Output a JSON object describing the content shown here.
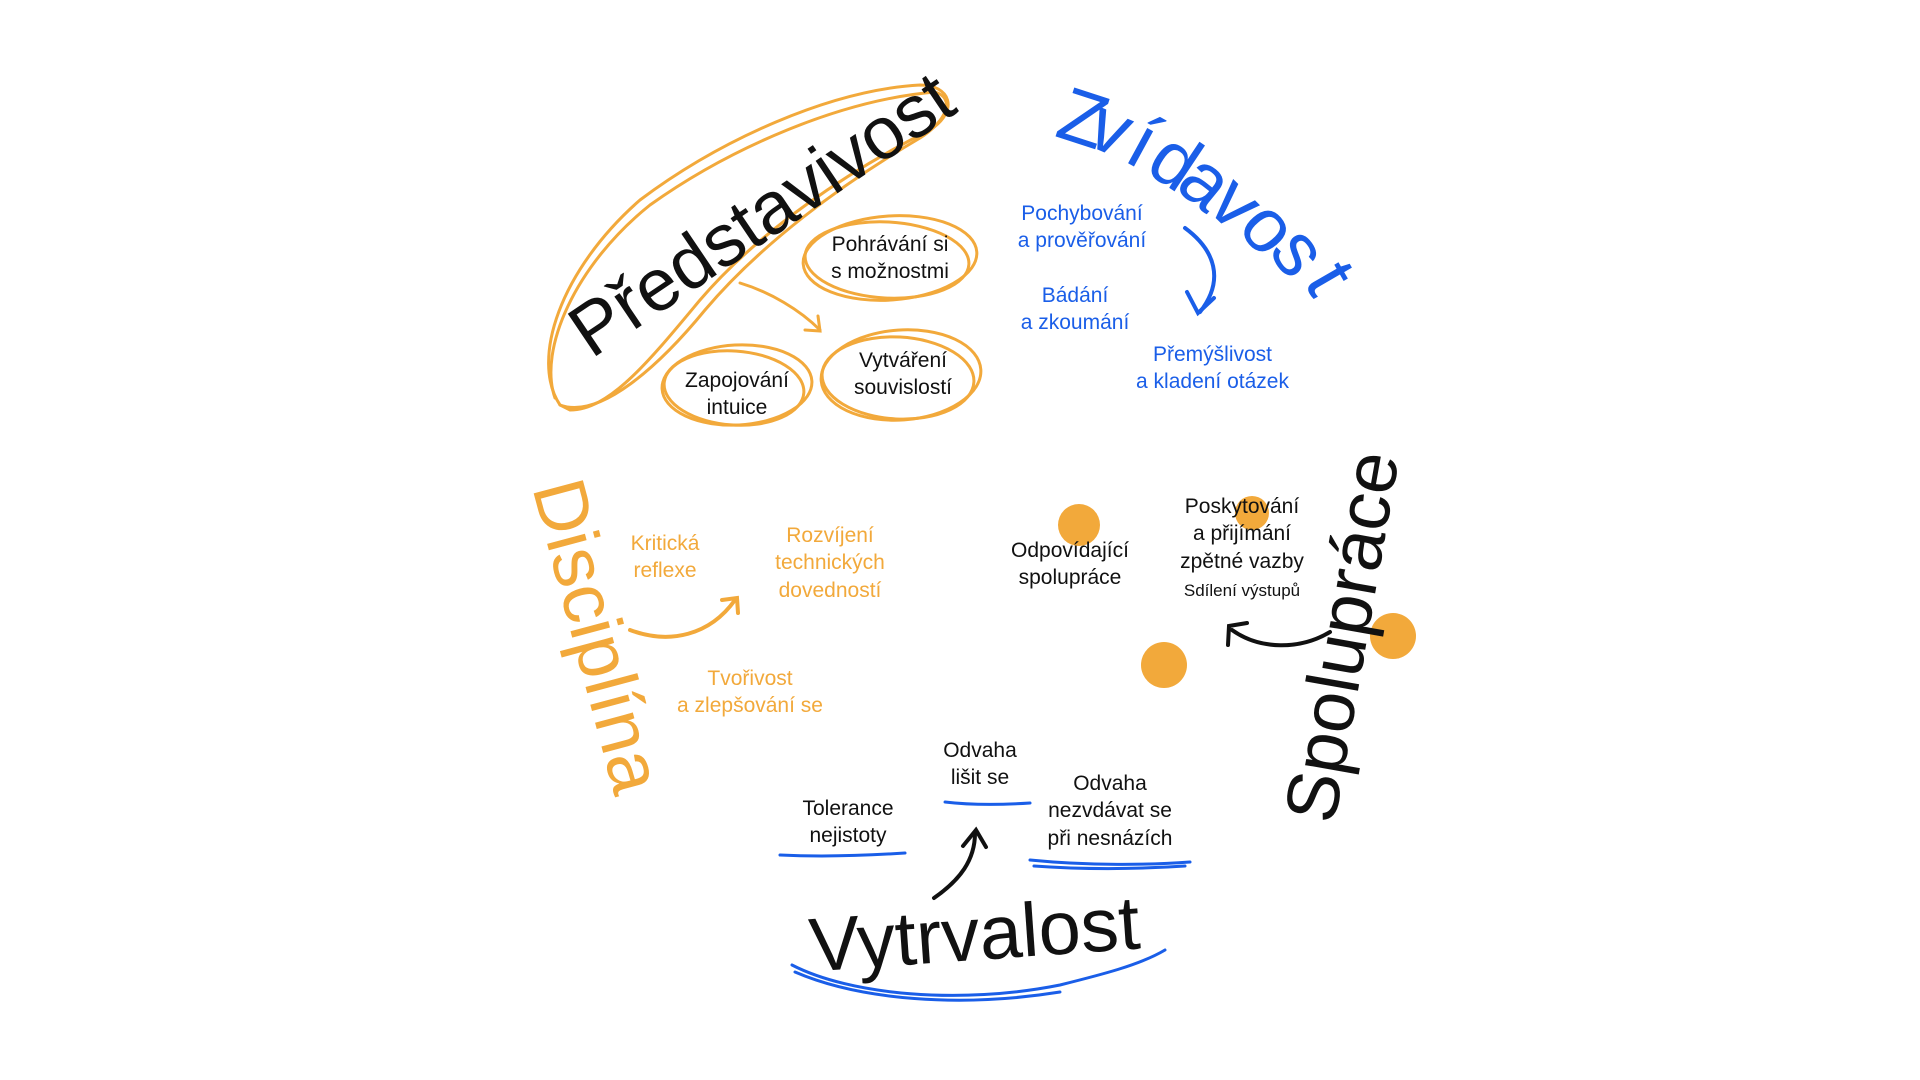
{
  "colors": {
    "orange": "#f2a93b",
    "blue": "#1a5ee8",
    "black": "#111111",
    "background": "#ffffff"
  },
  "predstavivost": {
    "title": "Představivost",
    "items": {
      "pohravani": "Pohrávání si\ns možnostmi",
      "zapojovani": "Zapojování\nintuice",
      "vytvareni": "Vytváření\nsouvislostí"
    }
  },
  "zvidavost": {
    "title": "Zvídavost",
    "items": {
      "pochybovani": "Pochybování\na prověřování",
      "badani": "Bádání\na zkoumání",
      "premyslivost": "Přemýšlivost\na kladení otázek"
    }
  },
  "spoluprace": {
    "title": "Spolupráce",
    "items": {
      "odpovidajici": "Odpovídající\nspolupráce",
      "poskytovani": "Poskytování\na přijímání\nzpětné vazby",
      "sdileni": "Sdílení výstupů"
    }
  },
  "vytrvalost": {
    "title": "Vytrvalost",
    "items": {
      "tolerance": "Tolerance\nnejistoty",
      "odvaha_lisit": "Odvaha\nlišit se",
      "odvaha_nezvdavat": "Odvaha\nnezvdávat se\npři nesnázích"
    }
  },
  "disciplina": {
    "title": "Disciplína",
    "items": {
      "kriticka": "Kritická\nreflexe",
      "rozvijeni": "Rozvíjení\ntechnických\ndovedností",
      "tvorivost": "Tvořivost\na zlepšování se"
    }
  }
}
